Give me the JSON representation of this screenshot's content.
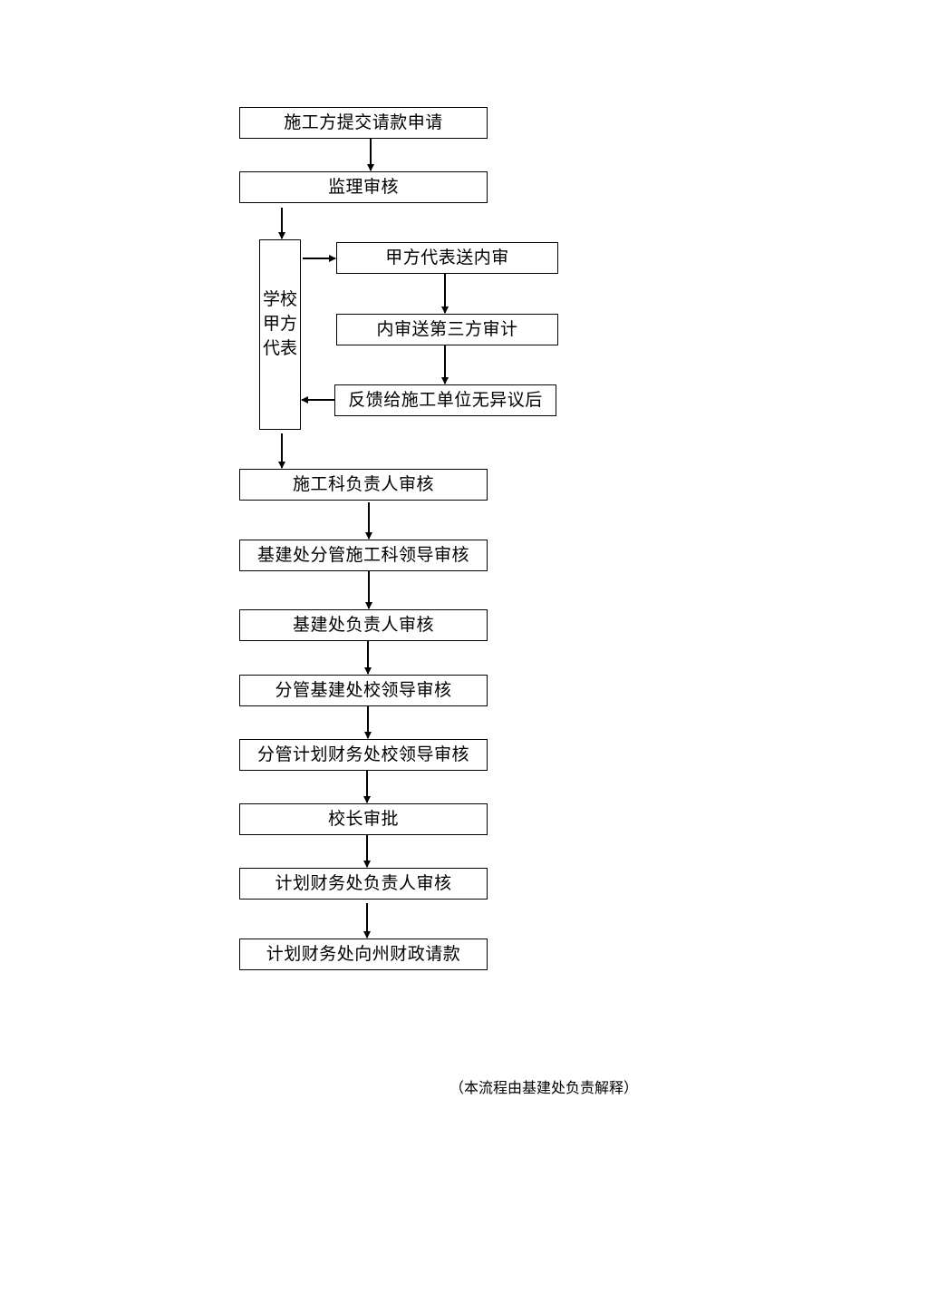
{
  "flow": {
    "steps": [
      "施工方提交请款申请",
      "监理审核",
      "施工科负责人审核",
      "基建处分管施工科领导审核",
      "基建处负责人审核",
      "分管基建处校领导审核",
      "分管计划财务处校领导审核",
      "校长审批",
      "计划财务处负责人审核",
      "计划财务处向州财政请款"
    ],
    "school_rep": {
      "line1": "学校",
      "line2": "甲方",
      "line3": "代表"
    },
    "side_steps": [
      "甲方代表送内审",
      "内审送第三方审计",
      "反馈给施工单位无异议后"
    ]
  },
  "footnote": "（本流程由基建处负责解释）"
}
